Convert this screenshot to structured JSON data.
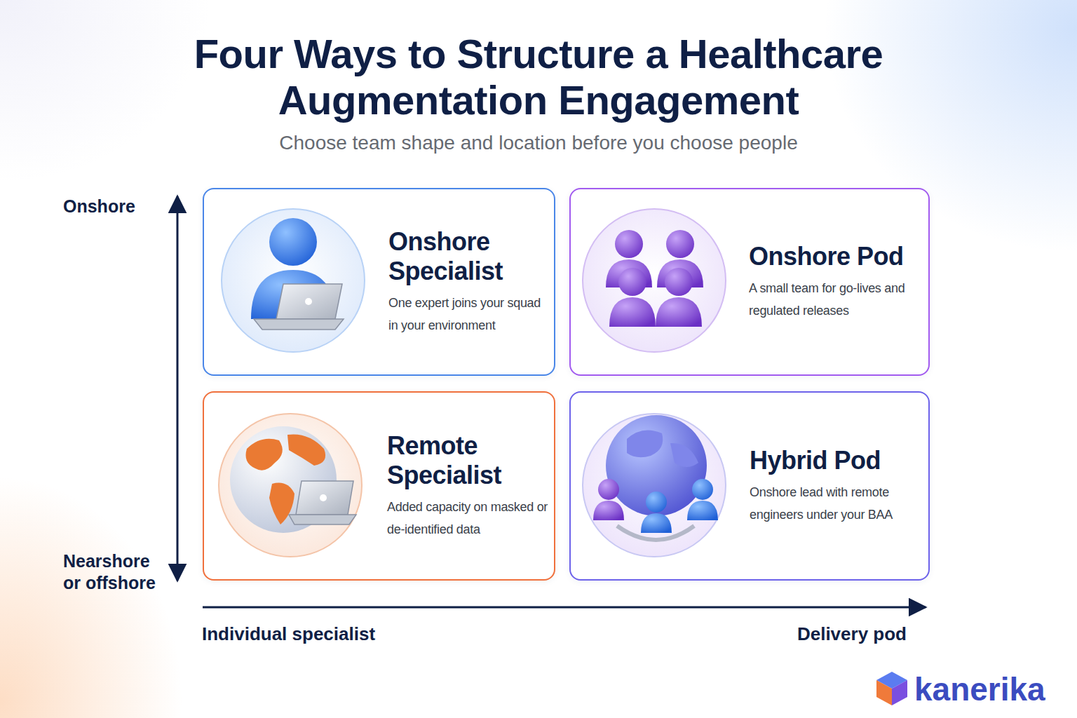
{
  "diagram": {
    "title": "Four Ways to Structure a Healthcare Augmentation Engagement",
    "caption": "Choose team shape and location before you choose people",
    "nodes": [
      {
        "text": [
          "Onshore Specialist",
          "One expert joins your squad in your environment"
        ]
      },
      {
        "text": [
          "Onshore Pod",
          "A small team for go-lives and regulated releases"
        ]
      },
      {
        "text": [
          "Remote Specialist",
          "Added capacity on masked or de-identified data"
        ]
      },
      {
        "text": [
          "Hybrid Pod",
          "Onshore lead with remote engineers under your BAA"
        ]
      }
    ],
    "labels": [
      "Onshore",
      "Nearshore or offshore",
      "Individual specialist",
      "Delivery pod",
      "kanerika"
    ]
  }
}
